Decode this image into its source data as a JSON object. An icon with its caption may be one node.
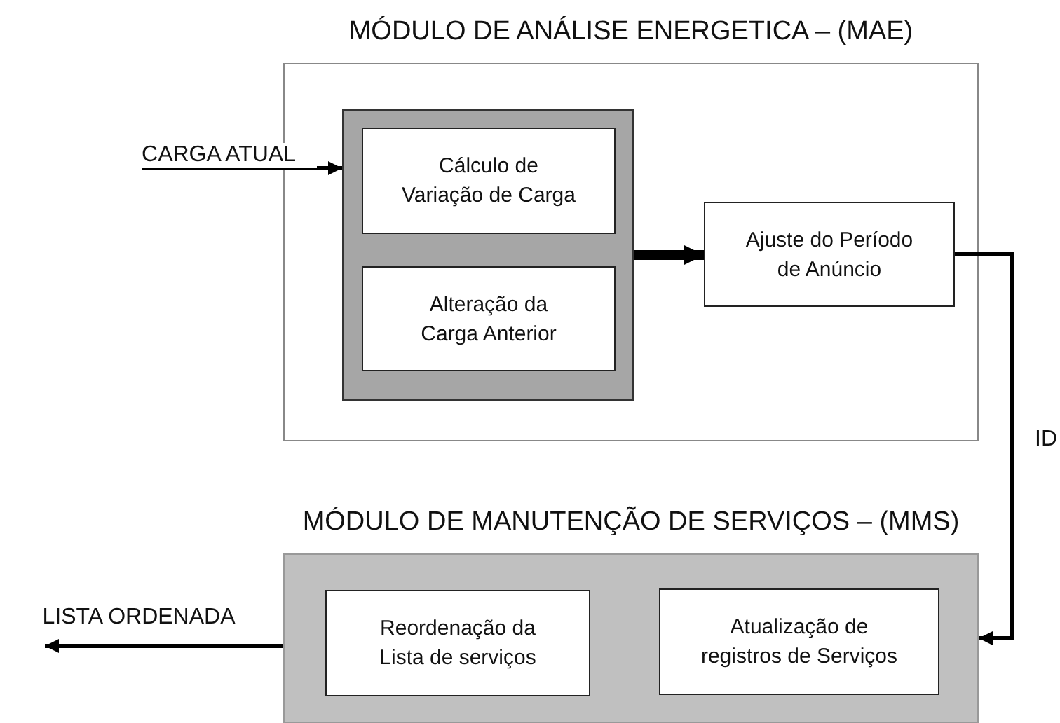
{
  "diagram": {
    "nodes": [
      {
        "text": [
          "MÓDULO DE ANÁLISE ENERGETICA – (MAE)"
        ]
      },
      {
        "text": [],
        "shape": "box",
        "in": 0
      },
      {
        "text": [
          "Cálculo de Variação de Carga"
        ],
        "in": 1
      },
      {
        "text": [
          "Alteração da Carga Anterior"
        ],
        "in": 1
      },
      {
        "text": [
          "Ajuste do Período de Anúncio"
        ],
        "in": 0
      },
      {
        "text": [
          "MÓDULO DE MANUTENÇÃO DE SERVIÇOS – (MMS)"
        ]
      },
      {
        "text": [
          "Reordenação da Lista de serviços"
        ],
        "in": 5
      },
      {
        "text": [
          "Atualização de registros de Serviços"
        ],
        "in": 5
      }
    ],
    "edges": [
      {
        "from": null,
        "to": 1,
        "arrow": "to",
        "label": "CARGA ATUAL"
      },
      {
        "from": 1,
        "to": 4,
        "arrow": "to",
        "style": "thick"
      },
      {
        "from": 4,
        "to": 5,
        "arrow": "to",
        "label": "ID"
      },
      {
        "from": 5,
        "to": null,
        "arrow": "to",
        "label": "LISTA ORDENADA"
      }
    ]
  }
}
